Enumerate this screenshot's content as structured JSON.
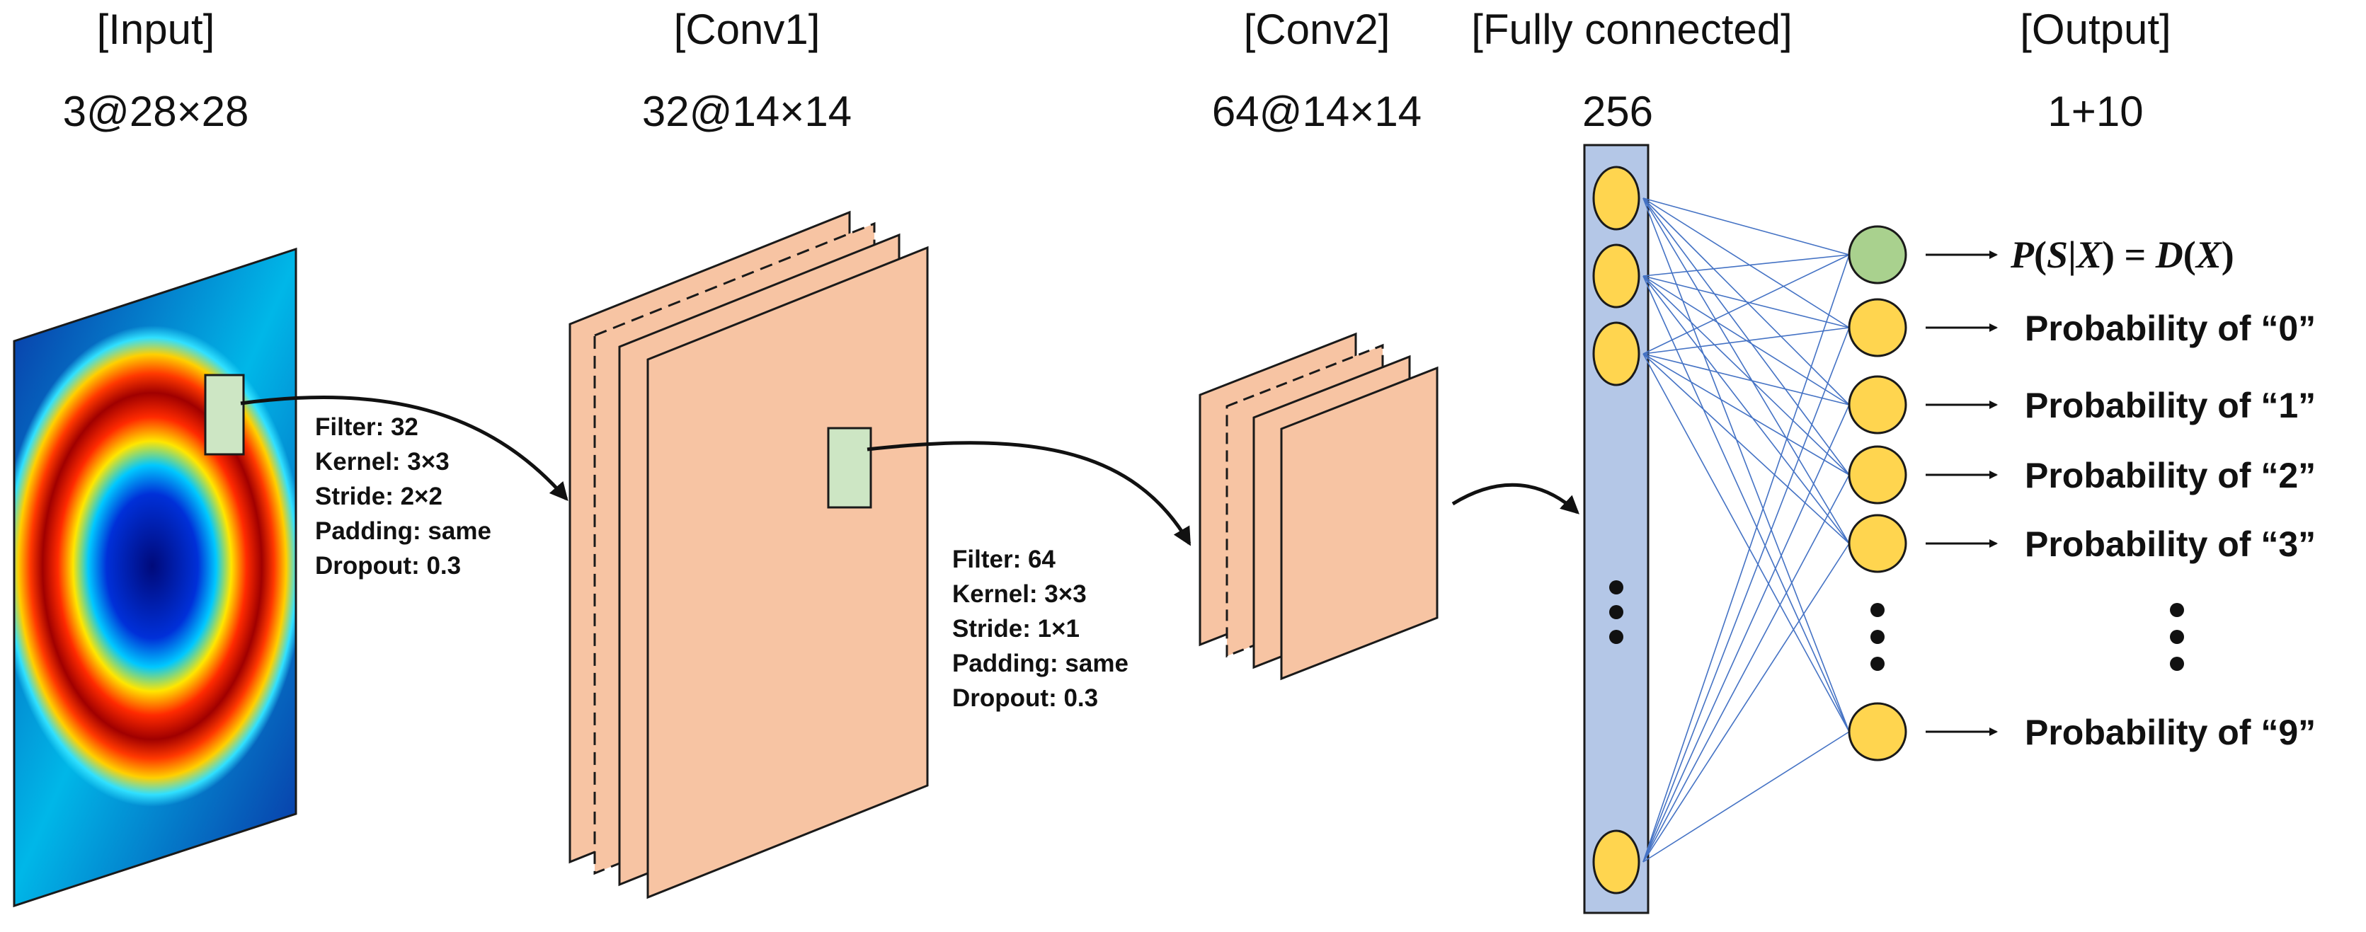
{
  "layers": {
    "input": {
      "title": "[Input]",
      "dims": "3@28×28"
    },
    "conv1": {
      "title": "[Conv1]",
      "dims": "32@14×14"
    },
    "conv2": {
      "title": "[Conv2]",
      "dims": "64@14×14"
    },
    "fc": {
      "title": "[Fully connected]",
      "dims": "256"
    },
    "output": {
      "title": "[Output]",
      "dims": "1+10"
    }
  },
  "conv1_params": [
    "Filter: 32",
    "Kernel: 3×3",
    "Stride: 2×2",
    "Padding: same",
    "Dropout: 0.3"
  ],
  "conv2_params": [
    "Filter: 64",
    "Kernel: 3×3",
    "Stride: 1×1",
    "Padding: same",
    "Dropout: 0.3"
  ],
  "outputs": {
    "formula": "P(S|X) = D(X)",
    "labels": [
      "Probability of “0”",
      "Probability of “1”",
      "Probability of “2”",
      "Probability of “3”",
      "Probability of “9”"
    ]
  },
  "colors": {
    "feature_map": "#F7C4A3",
    "feature_map_border": "#1a1a1a",
    "filter_patch": "#CDE6C4",
    "fc_bar": "#B4C7E7",
    "neuron": "#FFD54F",
    "discriminator_neuron": "#A9D18E",
    "connection": "#4472C4"
  },
  "icons": {
    "arrow": "right-arrow-icon",
    "ellipsis": "vertical-ellipsis-icon"
  }
}
